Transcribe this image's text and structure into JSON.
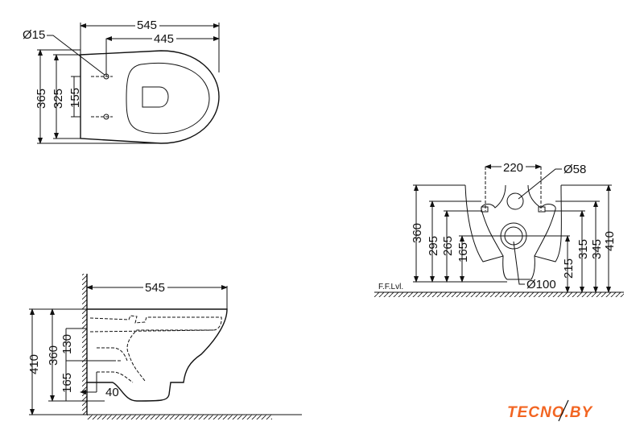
{
  "top_view": {
    "width_545": "545",
    "width_445": "445",
    "hole_dia": "Ø15",
    "h_365": "365",
    "h_325": "325",
    "h_155": "155"
  },
  "front_view": {
    "spacing_220": "220",
    "dia_58": "Ø58",
    "dia_100": "Ø100",
    "floor_label": "F.F.Lvl.",
    "left_dims": [
      "360",
      "295",
      "265",
      "165"
    ],
    "right_dims": [
      "215",
      "315",
      "345",
      "410"
    ]
  },
  "side_view": {
    "width_545": "545",
    "h_410": "410",
    "h_360": "360",
    "h_130": "130",
    "h_165": "165",
    "d_40": "40"
  },
  "logo": {
    "text": "TECNO.BY",
    "color": "#f26522"
  }
}
